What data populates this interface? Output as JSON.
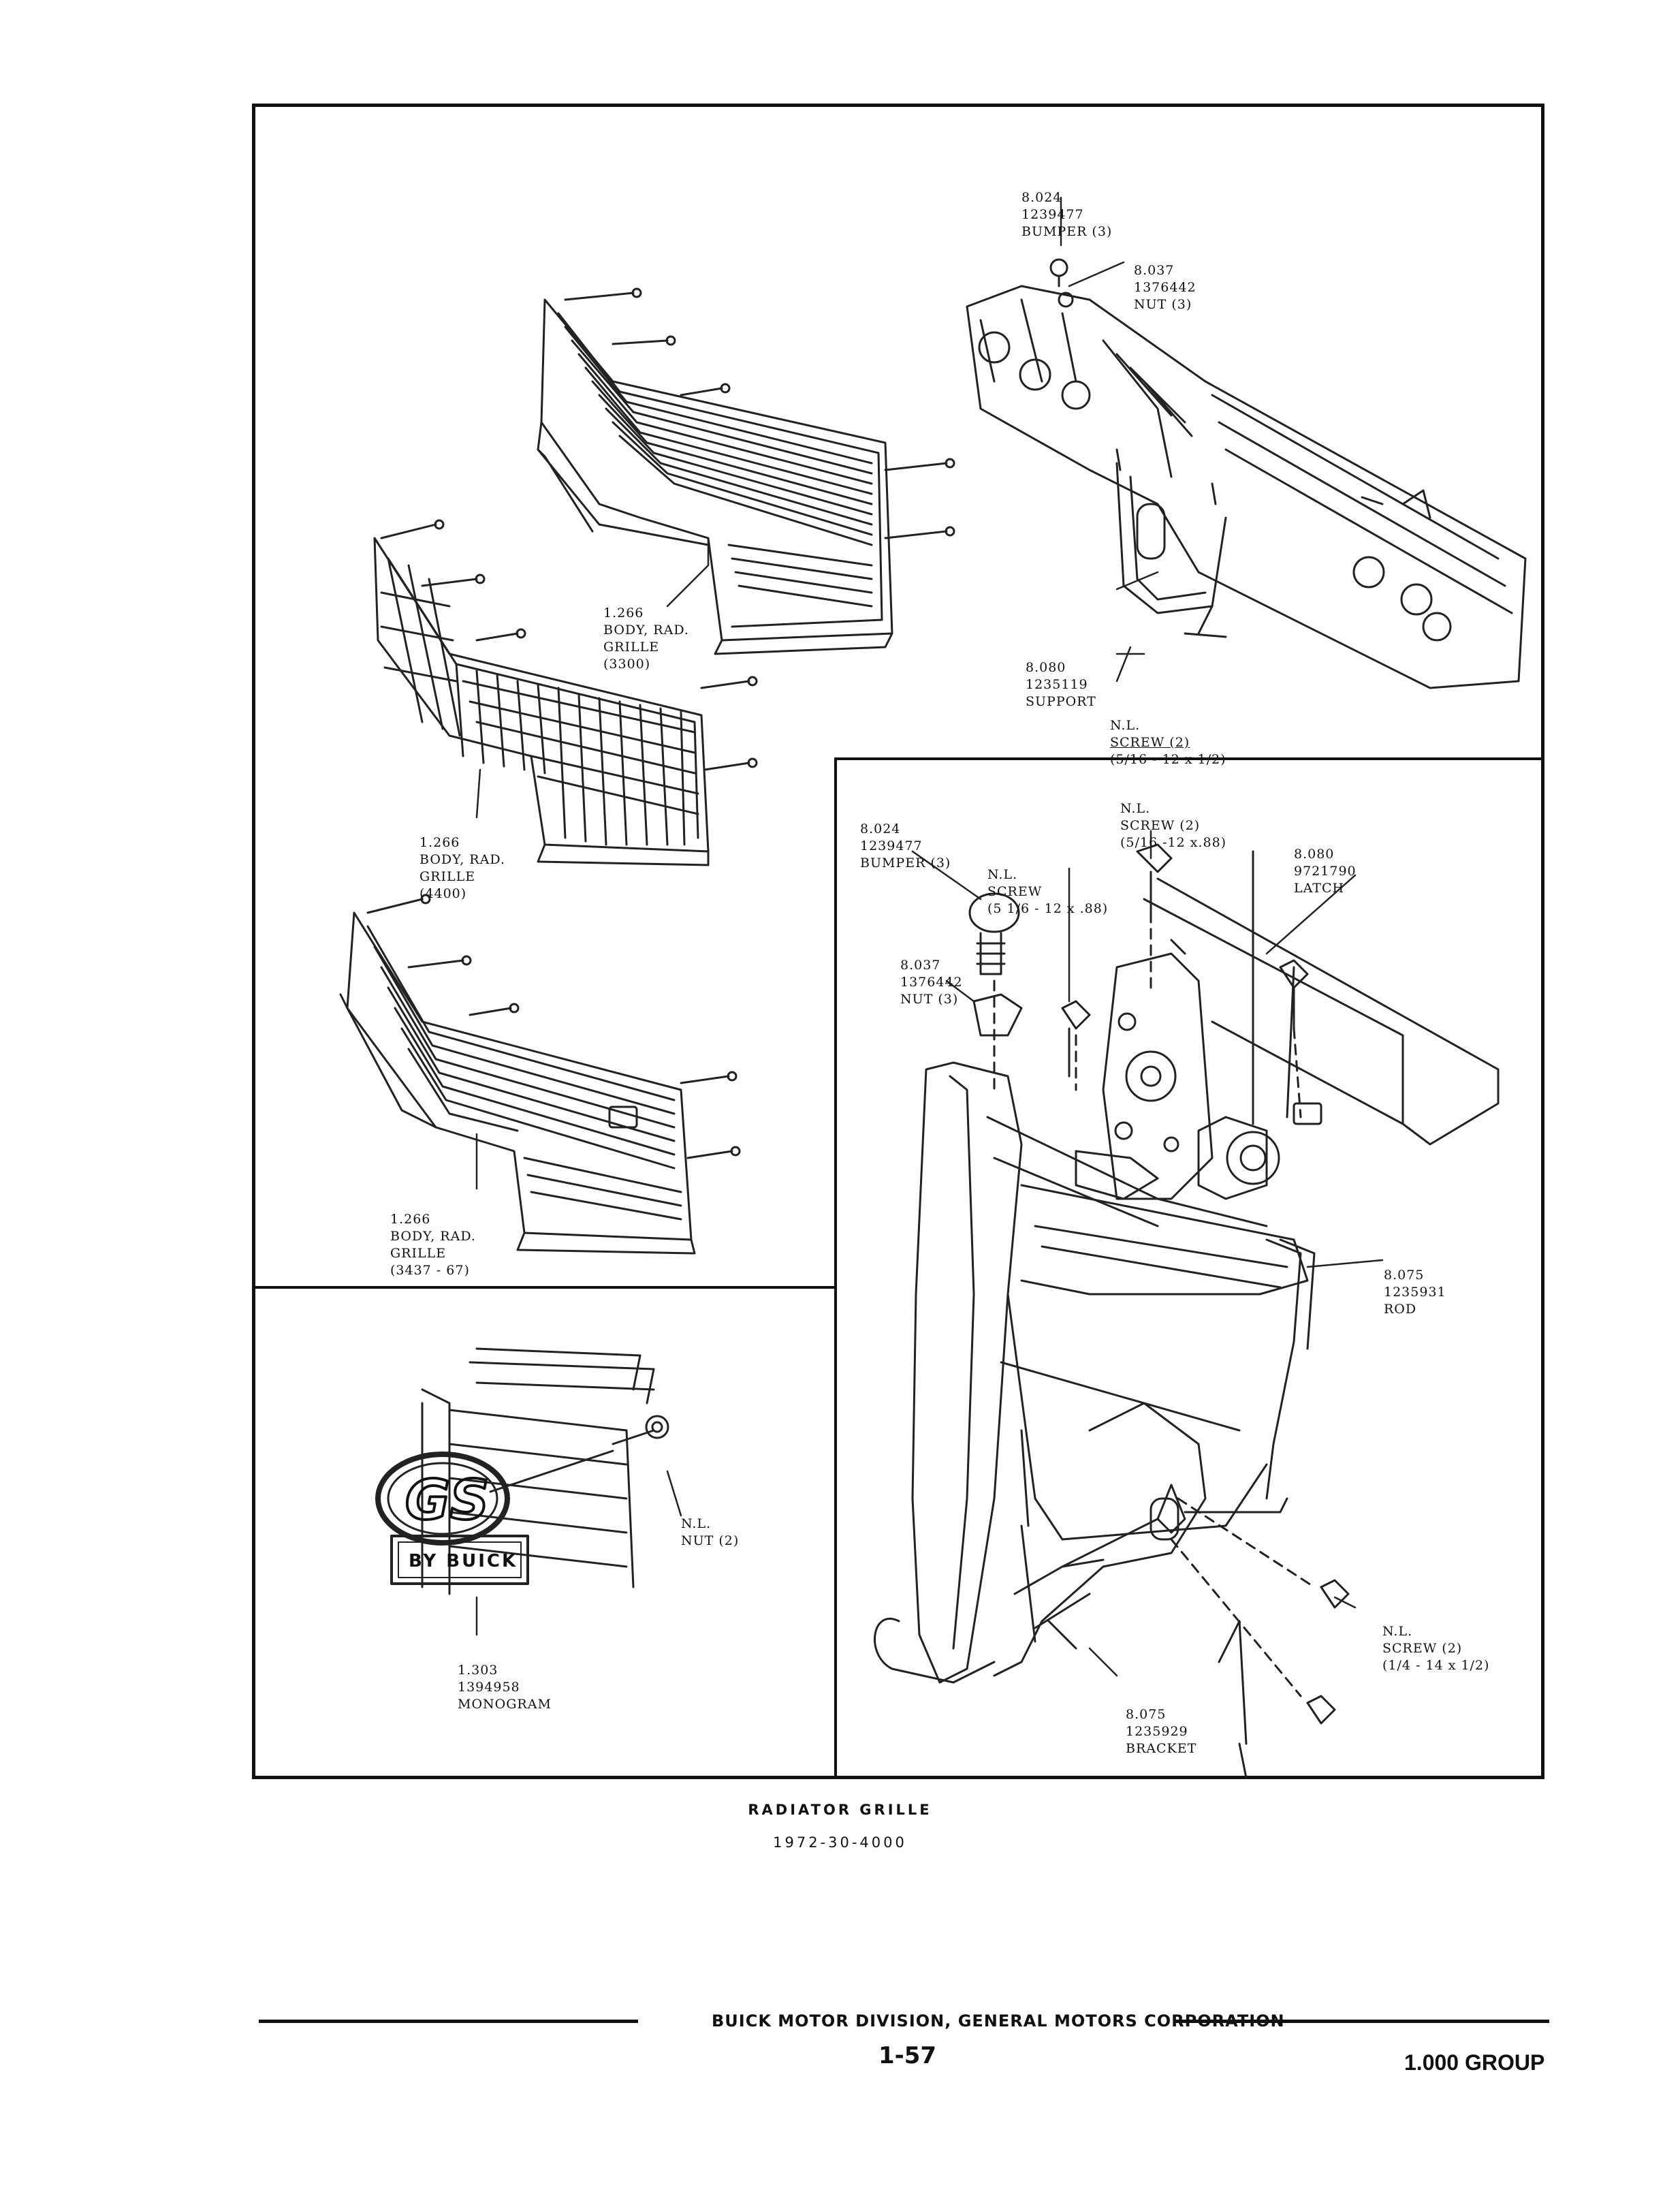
{
  "labels": {
    "bumper_top": [
      "8.024",
      "1239477",
      "BUMPER (3)"
    ],
    "nut_top": [
      "8.037",
      "1376442",
      "NUT (3)"
    ],
    "grille_3300": [
      "1.266",
      "BODY, RAD.",
      "GRILLE",
      "(3300)"
    ],
    "support": [
      "8.080",
      "1235119",
      "SUPPORT"
    ],
    "screw_top": [
      "N.L.",
      "SCREW (2)",
      "(5/16 - 12 x 1/2)"
    ],
    "grille_4400": [
      "1.266",
      "BODY, RAD.",
      "GRILLE",
      "(4400)"
    ],
    "bumper_latch": [
      "8.024",
      "1239477",
      "BUMPER (3)"
    ],
    "screw_latch_a": [
      "N.L.",
      "SCREW (2)",
      "(5/16 -12 x.88)"
    ],
    "screw_latch_b": [
      "N.L.",
      "SCREW",
      "(5 1/6 - 12 x .88)"
    ],
    "latch": [
      "8.080",
      "9721790",
      "LATCH"
    ],
    "nut_latch": [
      "8.037",
      "1376442",
      "NUT (3)"
    ],
    "grille_3437": [
      "1.266",
      "BODY, RAD.",
      "GRILLE",
      "(3437 - 67)"
    ],
    "rod": [
      "8.075",
      "1235931",
      "ROD"
    ],
    "nut_monogram": [
      "N.L.",
      "NUT (2)"
    ],
    "screw_bracket": [
      "N.L.",
      "SCREW (2)",
      "(1/4 - 14 x 1/2)"
    ],
    "monogram": [
      "1.303",
      "1394958",
      "MONOGRAM"
    ],
    "bracket": [
      "8.075",
      "1235929",
      "BRACKET"
    ]
  },
  "emblem": {
    "letters": "GS",
    "plate": "BY BUICK"
  },
  "caption": {
    "title": "RADIATOR GRILLE",
    "code": "1972-30-4000"
  },
  "footer": {
    "company": "BUICK MOTOR DIVISION, GENERAL MOTORS CORPORATION",
    "page": "1-57",
    "group": "1.000 GROUP"
  }
}
